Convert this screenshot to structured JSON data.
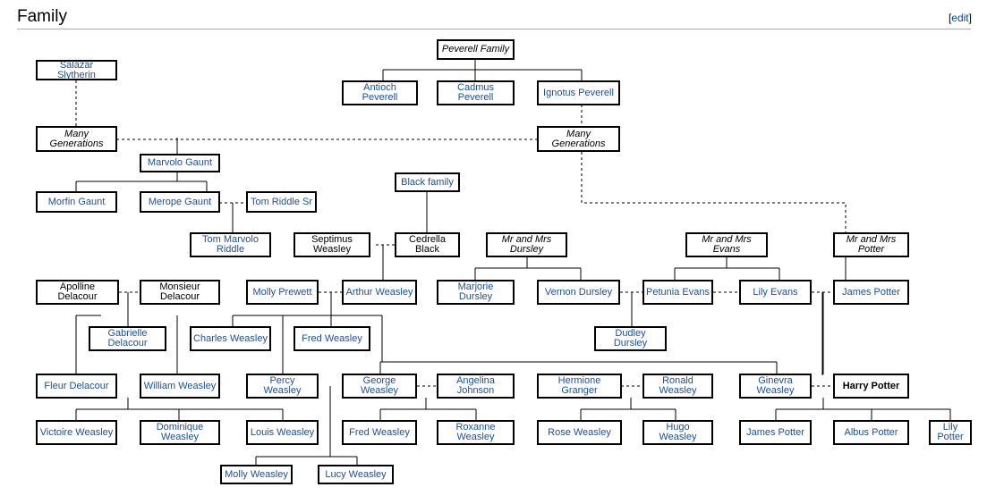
{
  "header": {
    "title": "Family",
    "edit_label": "edit"
  },
  "nodes": [
    {
      "id": "salazar",
      "label": "Salazar Slytherin",
      "style": "link"
    },
    {
      "id": "peverell",
      "label": "Peverell Family",
      "style": "ital"
    },
    {
      "id": "antioch",
      "label": "Antioch Peverell",
      "style": "link"
    },
    {
      "id": "cadmus",
      "label": "Cadmus Peverell",
      "style": "link"
    },
    {
      "id": "ignotus",
      "label": "Ignotus Peverell",
      "style": "link"
    },
    {
      "id": "manygen1",
      "label": "Many Generations",
      "style": "ital"
    },
    {
      "id": "manygen2",
      "label": "Many Generations",
      "style": "ital"
    },
    {
      "id": "marvolo",
      "label": "Marvolo Gaunt",
      "style": "link"
    },
    {
      "id": "morfin",
      "label": "Morfin Gaunt",
      "style": "link"
    },
    {
      "id": "merope",
      "label": "Merope Gaunt",
      "style": "link"
    },
    {
      "id": "tomsr",
      "label": "Tom Riddle Sr",
      "style": "link"
    },
    {
      "id": "blackfam",
      "label": "Black family",
      "style": "link"
    },
    {
      "id": "tomriddle",
      "label": "Tom Marvolo Riddle",
      "style": "link"
    },
    {
      "id": "septimus",
      "label": "Septimus Weasley",
      "style": "plain"
    },
    {
      "id": "cedrella",
      "label": "Cedrella Black",
      "style": "plain"
    },
    {
      "id": "dursleys",
      "label": "Mr and Mrs Dursley",
      "style": "ital"
    },
    {
      "id": "evans",
      "label": "Mr and Mrs Evans",
      "style": "ital"
    },
    {
      "id": "potters",
      "label": "Mr and Mrs Potter",
      "style": "ital"
    },
    {
      "id": "apolline",
      "label": "Apolline Delacour",
      "style": "plain"
    },
    {
      "id": "monsieur",
      "label": "Monsieur Delacour",
      "style": "plain"
    },
    {
      "id": "mollyp",
      "label": "Molly Prewett",
      "style": "link"
    },
    {
      "id": "arthur",
      "label": "Arthur Weasley",
      "style": "link"
    },
    {
      "id": "marjorie",
      "label": "Marjorie Dursley",
      "style": "link"
    },
    {
      "id": "vernon",
      "label": "Vernon Dursley",
      "style": "link"
    },
    {
      "id": "petunia",
      "label": "Petunia Evans",
      "style": "link"
    },
    {
      "id": "lily",
      "label": "Lily Evans",
      "style": "link"
    },
    {
      "id": "jamesp",
      "label": "James Potter",
      "style": "link"
    },
    {
      "id": "gabrielle",
      "label": "Gabrielle Delacour",
      "style": "link"
    },
    {
      "id": "charles",
      "label": "Charles Weasley",
      "style": "link"
    },
    {
      "id": "fred",
      "label": "Fred Weasley",
      "style": "link"
    },
    {
      "id": "dudley",
      "label": "Dudley Dursley",
      "style": "link"
    },
    {
      "id": "fleur",
      "label": "Fleur Delacour",
      "style": "link"
    },
    {
      "id": "william",
      "label": "William Weasley",
      "style": "link"
    },
    {
      "id": "percy",
      "label": "Percy Weasley",
      "style": "link"
    },
    {
      "id": "george",
      "label": "George Weasley",
      "style": "link"
    },
    {
      "id": "angelina",
      "label": "Angelina Johnson",
      "style": "link"
    },
    {
      "id": "hermione",
      "label": "Hermione Granger",
      "style": "link"
    },
    {
      "id": "ronald",
      "label": "Ronald Weasley",
      "style": "link"
    },
    {
      "id": "ginevra",
      "label": "Ginevra Weasley",
      "style": "link"
    },
    {
      "id": "harry",
      "label": "Harry Potter",
      "style": "bold"
    },
    {
      "id": "victoire",
      "label": "Victoire Weasley",
      "style": "link"
    },
    {
      "id": "dominique",
      "label": "Dominique Weasley",
      "style": "link"
    },
    {
      "id": "louis",
      "label": "Louis Weasley",
      "style": "link"
    },
    {
      "id": "fred2",
      "label": "Fred Weasley",
      "style": "link"
    },
    {
      "id": "roxanne",
      "label": "Roxanne Weasley",
      "style": "link"
    },
    {
      "id": "rose",
      "label": "Rose Weasley",
      "style": "link"
    },
    {
      "id": "hugo",
      "label": "Hugo Weasley",
      "style": "link"
    },
    {
      "id": "james2",
      "label": "James Potter",
      "style": "link"
    },
    {
      "id": "albus",
      "label": "Albus Potter",
      "style": "link"
    },
    {
      "id": "lily2",
      "label": "Lily Potter",
      "style": "link"
    },
    {
      "id": "mollyw",
      "label": "Molly Weasley",
      "style": "link"
    },
    {
      "id": "lucy",
      "label": "Lucy Weasley",
      "style": "link"
    }
  ]
}
